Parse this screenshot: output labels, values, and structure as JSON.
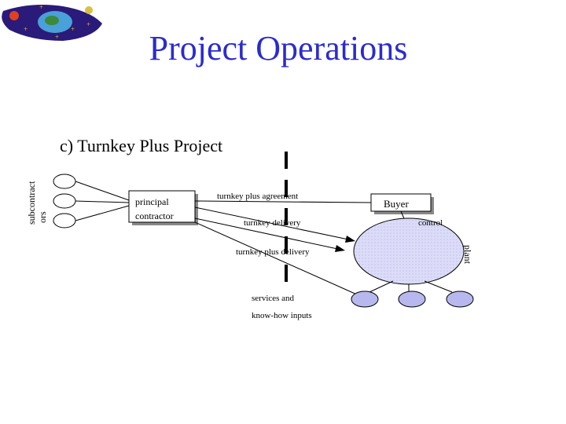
{
  "slide": {
    "title": "Project Operations",
    "subtitle": "c) Turnkey Plus Project"
  },
  "diagram": {
    "subcontractors_label_line1": "subcontract",
    "subcontractors_label_line2": "ors",
    "principal_contractor_line1": "principal",
    "principal_contractor_line2": "contractor",
    "buyer": "Buyer",
    "turnkey_plus_agreement": "turnkey plus agreement",
    "turnkey_delivery": "turnkey delivery",
    "control": "control",
    "turnkey_plus_delivery": "turnkey plus delivery",
    "plant": "plant",
    "services_line1": "services and",
    "services_line2": "know-how inputs"
  },
  "colors": {
    "title": "#2b2bd0",
    "plant_fill": "#dcdcf8",
    "small_circle_fill": "#b8b8ee",
    "logo_bg": "#2a1a7a"
  }
}
